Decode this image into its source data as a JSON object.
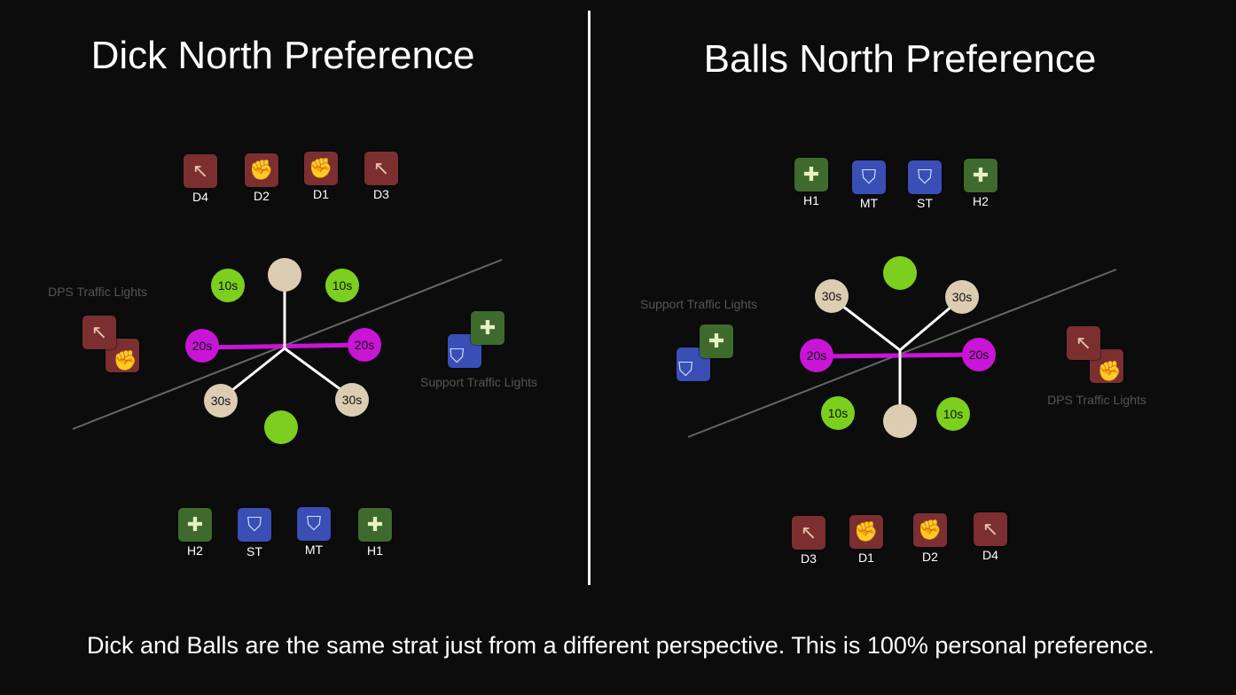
{
  "left": {
    "title": "Dick North Preference",
    "top_roles": [
      "D4",
      "D2",
      "D1",
      "D3"
    ],
    "bottom_roles": [
      "H2",
      "ST",
      "MT",
      "H1"
    ],
    "dps_traffic_label": "DPS Traffic Lights",
    "support_traffic_label": "Support Traffic Lights",
    "timers": {
      "t10": "10s",
      "t20": "20s",
      "t30": "30s"
    }
  },
  "right": {
    "title": "Balls North Preference",
    "top_roles": [
      "H1",
      "MT",
      "ST",
      "H2"
    ],
    "bottom_roles": [
      "D3",
      "D1",
      "D2",
      "D4"
    ],
    "dps_traffic_label": "DPS Traffic Lights",
    "support_traffic_label": "Support Traffic Lights",
    "timers": {
      "t10": "10s",
      "t20": "20s",
      "t30": "30s"
    }
  },
  "footer": "Dick and Balls are the same strat just from a different perspective. This is 100% personal preference.",
  "colors": {
    "dps": "#7b2f30",
    "tank": "#3a4fb5",
    "healer": "#3e6a2d",
    "green": "#7ccf1f",
    "magenta": "#c815d6",
    "beige": "#dccdb2"
  }
}
